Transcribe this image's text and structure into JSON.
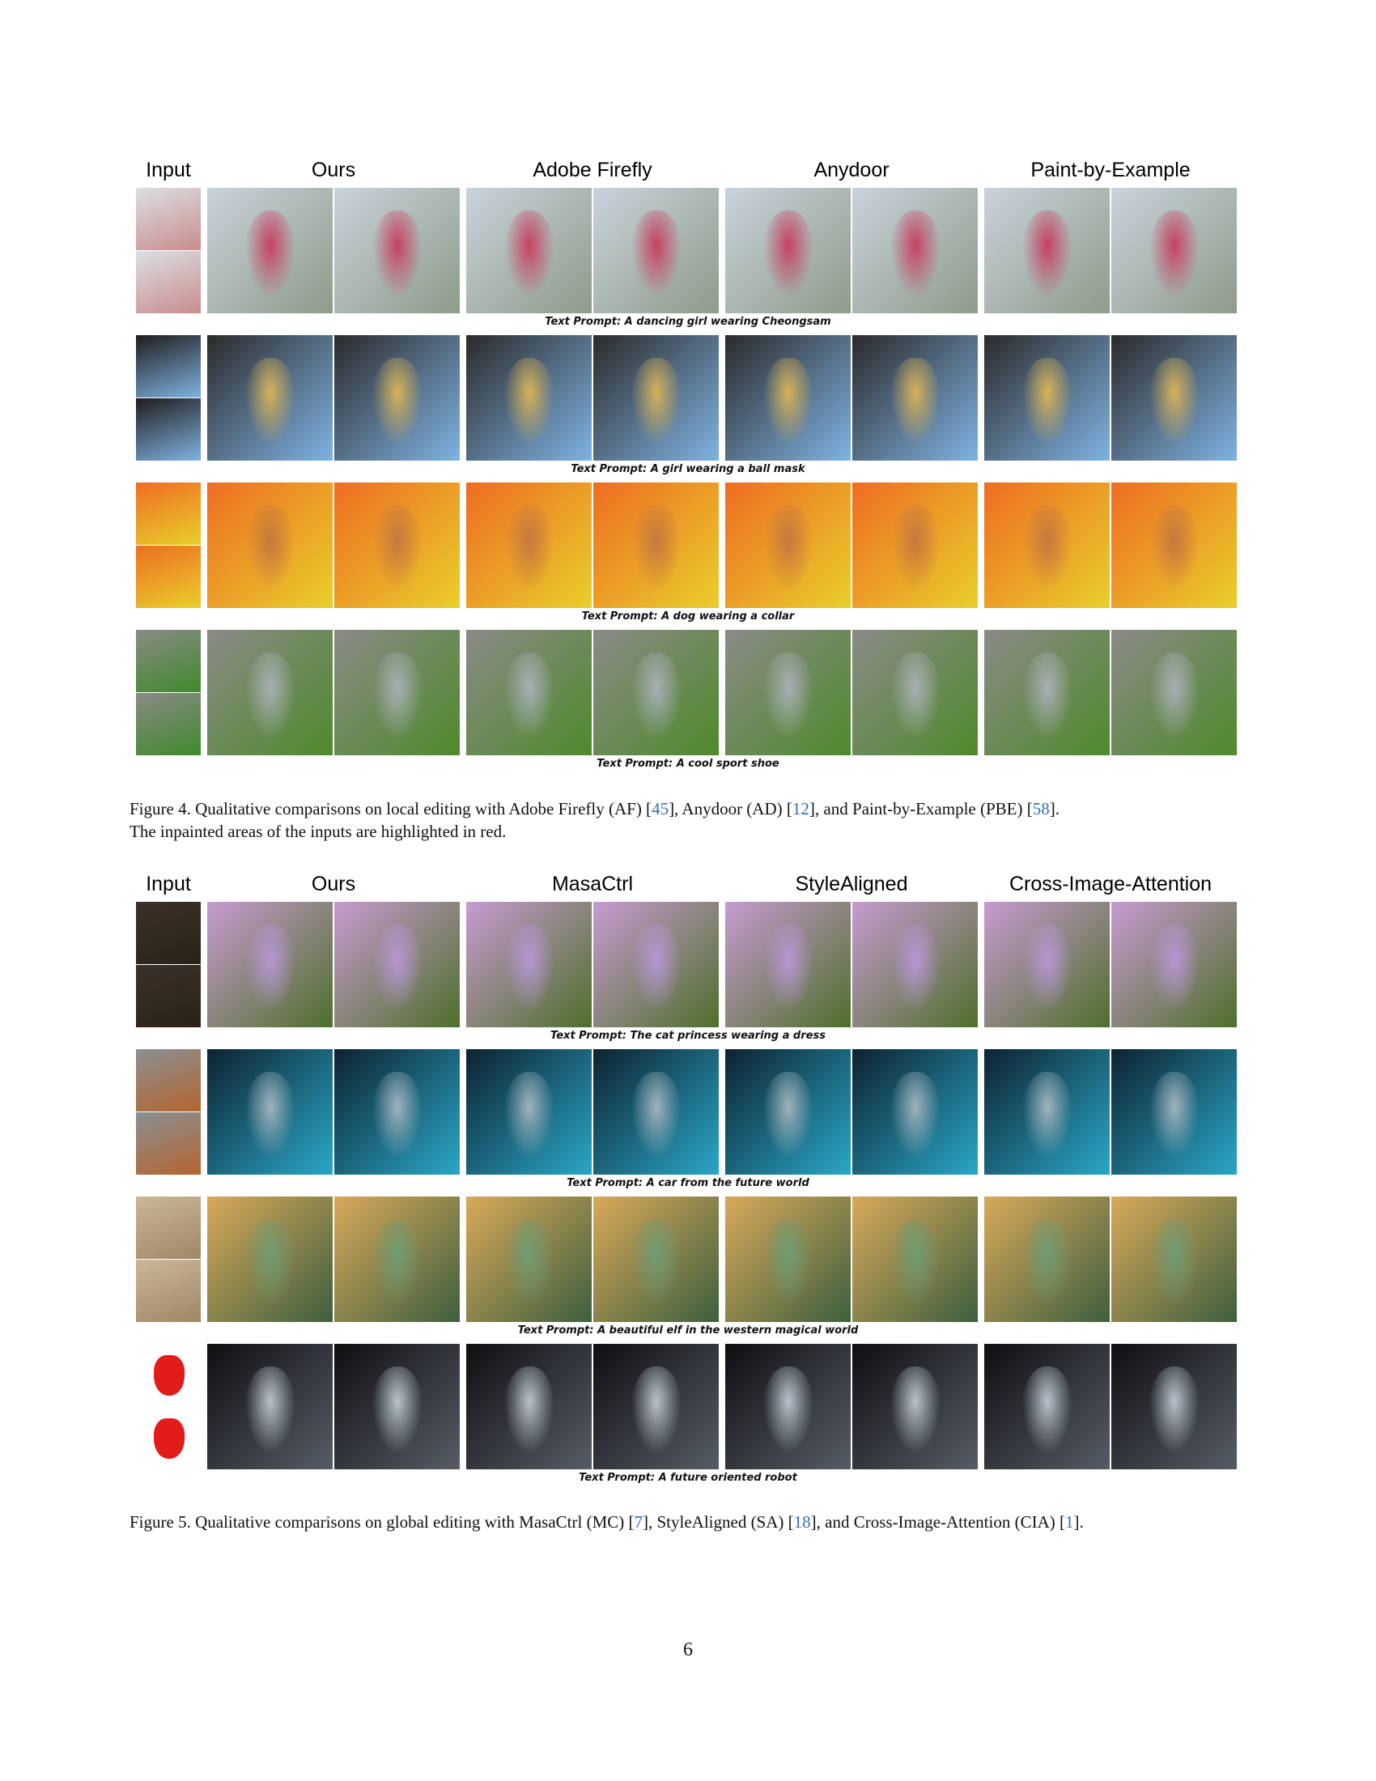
{
  "figure4": {
    "headers": [
      "Input",
      "Ours",
      "Adobe Firefly",
      "Anydoor",
      "Paint-by-Example"
    ],
    "rows": [
      {
        "prompt": "Text Prompt: A dancing girl wearing Cheongsam",
        "palette": {
          "a": "#c9d3dc",
          "b": "#8f9b8a",
          "c": "#c74262"
        },
        "input_palette": {
          "a": "#dbe0e4",
          "b": "#c98c8c"
        }
      },
      {
        "prompt": "Text Prompt: A girl wearing a ball mask",
        "palette": {
          "a": "#2b2a2a",
          "b": "#7fb3e3",
          "c": "#d6b25a"
        },
        "input_palette": {
          "a": "#1f1c1c",
          "b": "#7fb3e3"
        }
      },
      {
        "prompt": "Text Prompt: A dog wearing a collar",
        "palette": {
          "a": "#ee6d22",
          "b": "#e9cf2b",
          "c": "#c47a3e"
        },
        "input_palette": {
          "a": "#ee6d22",
          "b": "#e9cf2b"
        }
      },
      {
        "prompt": "Text Prompt: A cool sport shoe",
        "palette": {
          "a": "#8a8a86",
          "b": "#4f8a2c",
          "c": "#a8b0b4"
        },
        "input_palette": {
          "a": "#8a8a86",
          "b": "#3f8a2c"
        }
      }
    ],
    "caption_parts": [
      "Figure 4. Qualitative comparisons on local editing with Adobe Firefly (AF) [",
      "45",
      "], Anydoor (AD) [",
      "12",
      "], and Paint-by-Example (PBE) [",
      "58",
      "].",
      "The inpainted areas of the inputs are highlighted in red."
    ]
  },
  "figure5": {
    "headers": [
      "Input",
      "Ours",
      "MasaCtrl",
      "StyleAligned",
      "Cross-Image-Attention"
    ],
    "rows": [
      {
        "prompt": "Text Prompt: The cat princess wearing a dress",
        "palette": {
          "a": "#c79bd1",
          "b": "#4e6f2b",
          "c": "#b796d3"
        },
        "input_palette": {
          "a": "#3b3027",
          "b": "#2a2219"
        }
      },
      {
        "prompt": "Text Prompt: A car from the future world",
        "palette": {
          "a": "#0d2230",
          "b": "#2aa7c7",
          "c": "#9fb3bd"
        },
        "input_palette": {
          "a": "#8b8f93",
          "b": "#b4652e"
        }
      },
      {
        "prompt": "Text Prompt: A beautiful elf in the western magical world",
        "palette": {
          "a": "#d9a95a",
          "b": "#3d5f3e",
          "c": "#6f9b72"
        },
        "input_palette": {
          "a": "#cbb79a",
          "b": "#a08765"
        }
      },
      {
        "prompt": "Text Prompt: A future oriented robot",
        "palette": {
          "a": "#0f0f12",
          "b": "#565c66",
          "c": "#b9c3cc"
        },
        "input_palette": {
          "a": "#ffffff",
          "b": "#ffffff"
        }
      }
    ],
    "caption_parts": [
      "Figure 5. Qualitative comparisons on global editing with MasaCtrl (MC) [",
      "7",
      "], StyleAligned (SA) [",
      "18",
      "], and Cross-Image-Attention (CIA) [",
      "1",
      "]."
    ]
  },
  "page_number": "6"
}
